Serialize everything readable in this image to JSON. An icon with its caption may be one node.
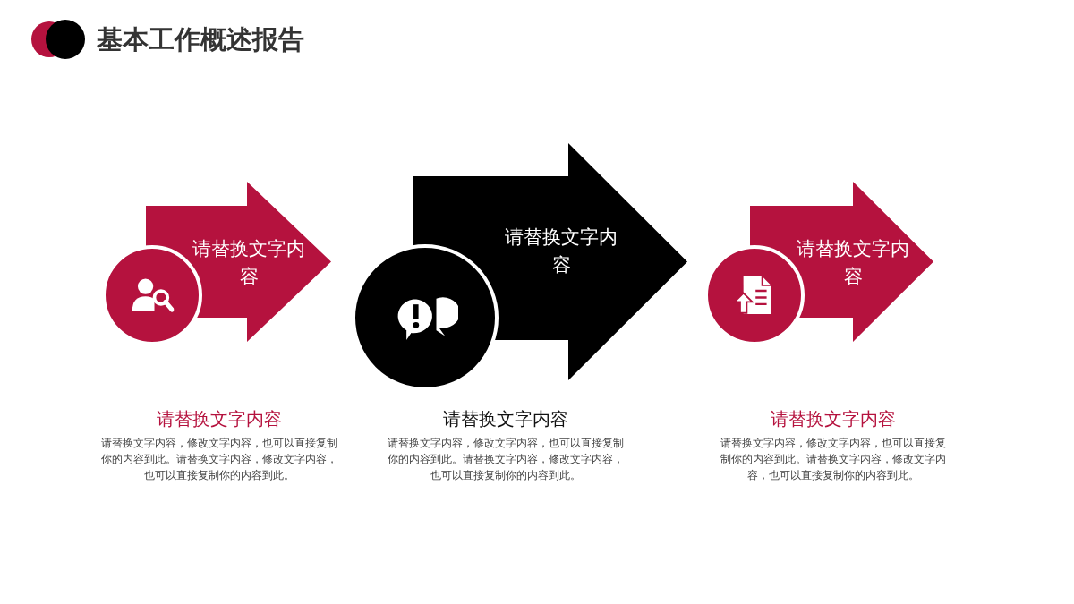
{
  "diagram": {
    "title": "基本工作概述报告",
    "nodes": [
      {
        "text": [
          "请替换文字内容"
        ]
      },
      {
        "text": [],
        "shape": "circle"
      },
      {
        "text": [
          "请替换文字内容"
        ]
      },
      {
        "text": [],
        "shape": "circle"
      },
      {
        "text": [
          "请替换文字内容"
        ]
      },
      {
        "text": [],
        "shape": "circle"
      }
    ],
    "edges": [],
    "labels": [
      "请替换文字内容",
      "请替换文字内容，修改文字内容，也可以直接复制你的内容到此。请替换文字内容，修改文字内容，也可以直接复制你的内容到此。",
      "请替换文字内容",
      "请替换文字内容，修改文字内容，也可以直接复制你的内容到此。请替换文字内容，修改文字内容，也可以直接复制你的内容到此。",
      "请替换文字内容",
      "请替换文字内容，修改文字内容，也可以直接复制你的内容到此。请替换文字内容，修改文字内容，也可以直接复制你的内容到此。"
    ]
  }
}
